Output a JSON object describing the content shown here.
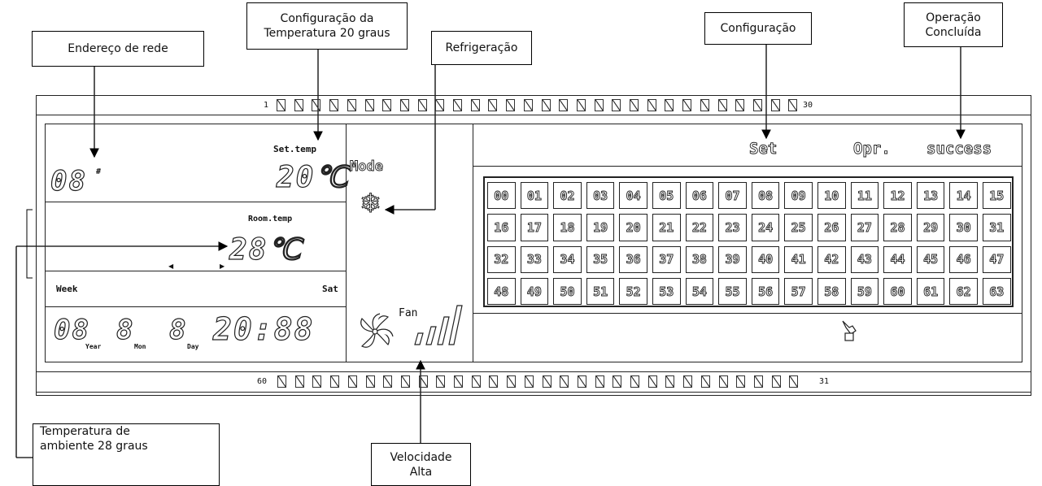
{
  "callouts": {
    "endereco": "Endereço de rede",
    "config_temp_line1": "Configuração da",
    "config_temp_line2": "Temperatura 20 graus",
    "refrigeracao": "Refrigeração",
    "configuracao": "Configuração",
    "operacao_line1": "Operação",
    "operacao_line2": "Concluída",
    "temp_ambiente_line1": "Temperatura de",
    "temp_ambiente_line2": "ambiente 28 graus",
    "velocidade_line1": "Velocidade",
    "velocidade_line2": "Alta"
  },
  "lcd": {
    "top_strip_start": "1",
    "top_strip_end": "30",
    "bottom_strip_start": "60",
    "bottom_strip_end": "31",
    "address": "08",
    "address_suffix": "#",
    "set_temp_label": "Set.temp",
    "set_temp_value": "20℃",
    "mode_label": "Mode",
    "room_temp_label": "Room.temp",
    "room_temp_value": "28℃",
    "week_label": "Week",
    "week_value": "Sat",
    "year_value": "08",
    "year_label": "Year",
    "mon_value": "8",
    "mon_label": "Mon",
    "day_value": "8",
    "day_label": "Day",
    "time_value": "20:88",
    "fan_label": "Fan",
    "status_set": "Set",
    "status_opr": "Opr.",
    "status_success": "success",
    "grid": [
      [
        "00",
        "01",
        "02",
        "03",
        "04",
        "05",
        "06",
        "07",
        "08",
        "09",
        "10",
        "11",
        "12",
        "13",
        "14",
        "15"
      ],
      [
        "16",
        "17",
        "18",
        "19",
        "20",
        "21",
        "22",
        "23",
        "24",
        "25",
        "26",
        "27",
        "28",
        "29",
        "30",
        "31"
      ],
      [
        "32",
        "33",
        "34",
        "35",
        "36",
        "37",
        "38",
        "39",
        "40",
        "41",
        "42",
        "43",
        "44",
        "45",
        "46",
        "47"
      ],
      [
        "48",
        "49",
        "50",
        "51",
        "52",
        "53",
        "54",
        "55",
        "56",
        "57",
        "58",
        "59",
        "60",
        "61",
        "62",
        "63"
      ]
    ]
  }
}
